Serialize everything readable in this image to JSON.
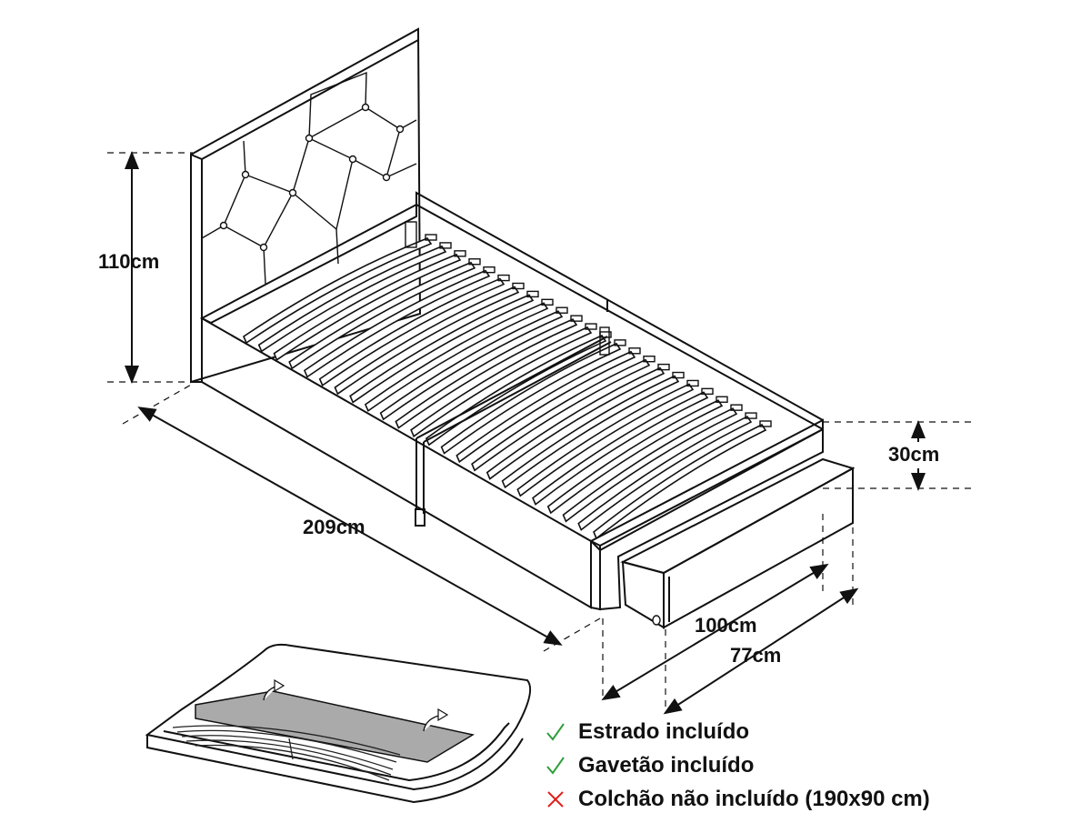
{
  "dimensions": {
    "headboard_height": "110cm",
    "frame_height": "30cm",
    "length": "209cm",
    "drawer_length": "100cm",
    "drawer_width": "77cm"
  },
  "legend": [
    {
      "mark": "check-icon",
      "color": "#2e9e3a",
      "text": "Estrado incluído"
    },
    {
      "mark": "check-icon",
      "color": "#2e9e3a",
      "text": "Gavetão incluído"
    },
    {
      "mark": "cross-icon",
      "color": "#e0201b",
      "text": "Colchão não incluído (190x90 cm)"
    }
  ]
}
